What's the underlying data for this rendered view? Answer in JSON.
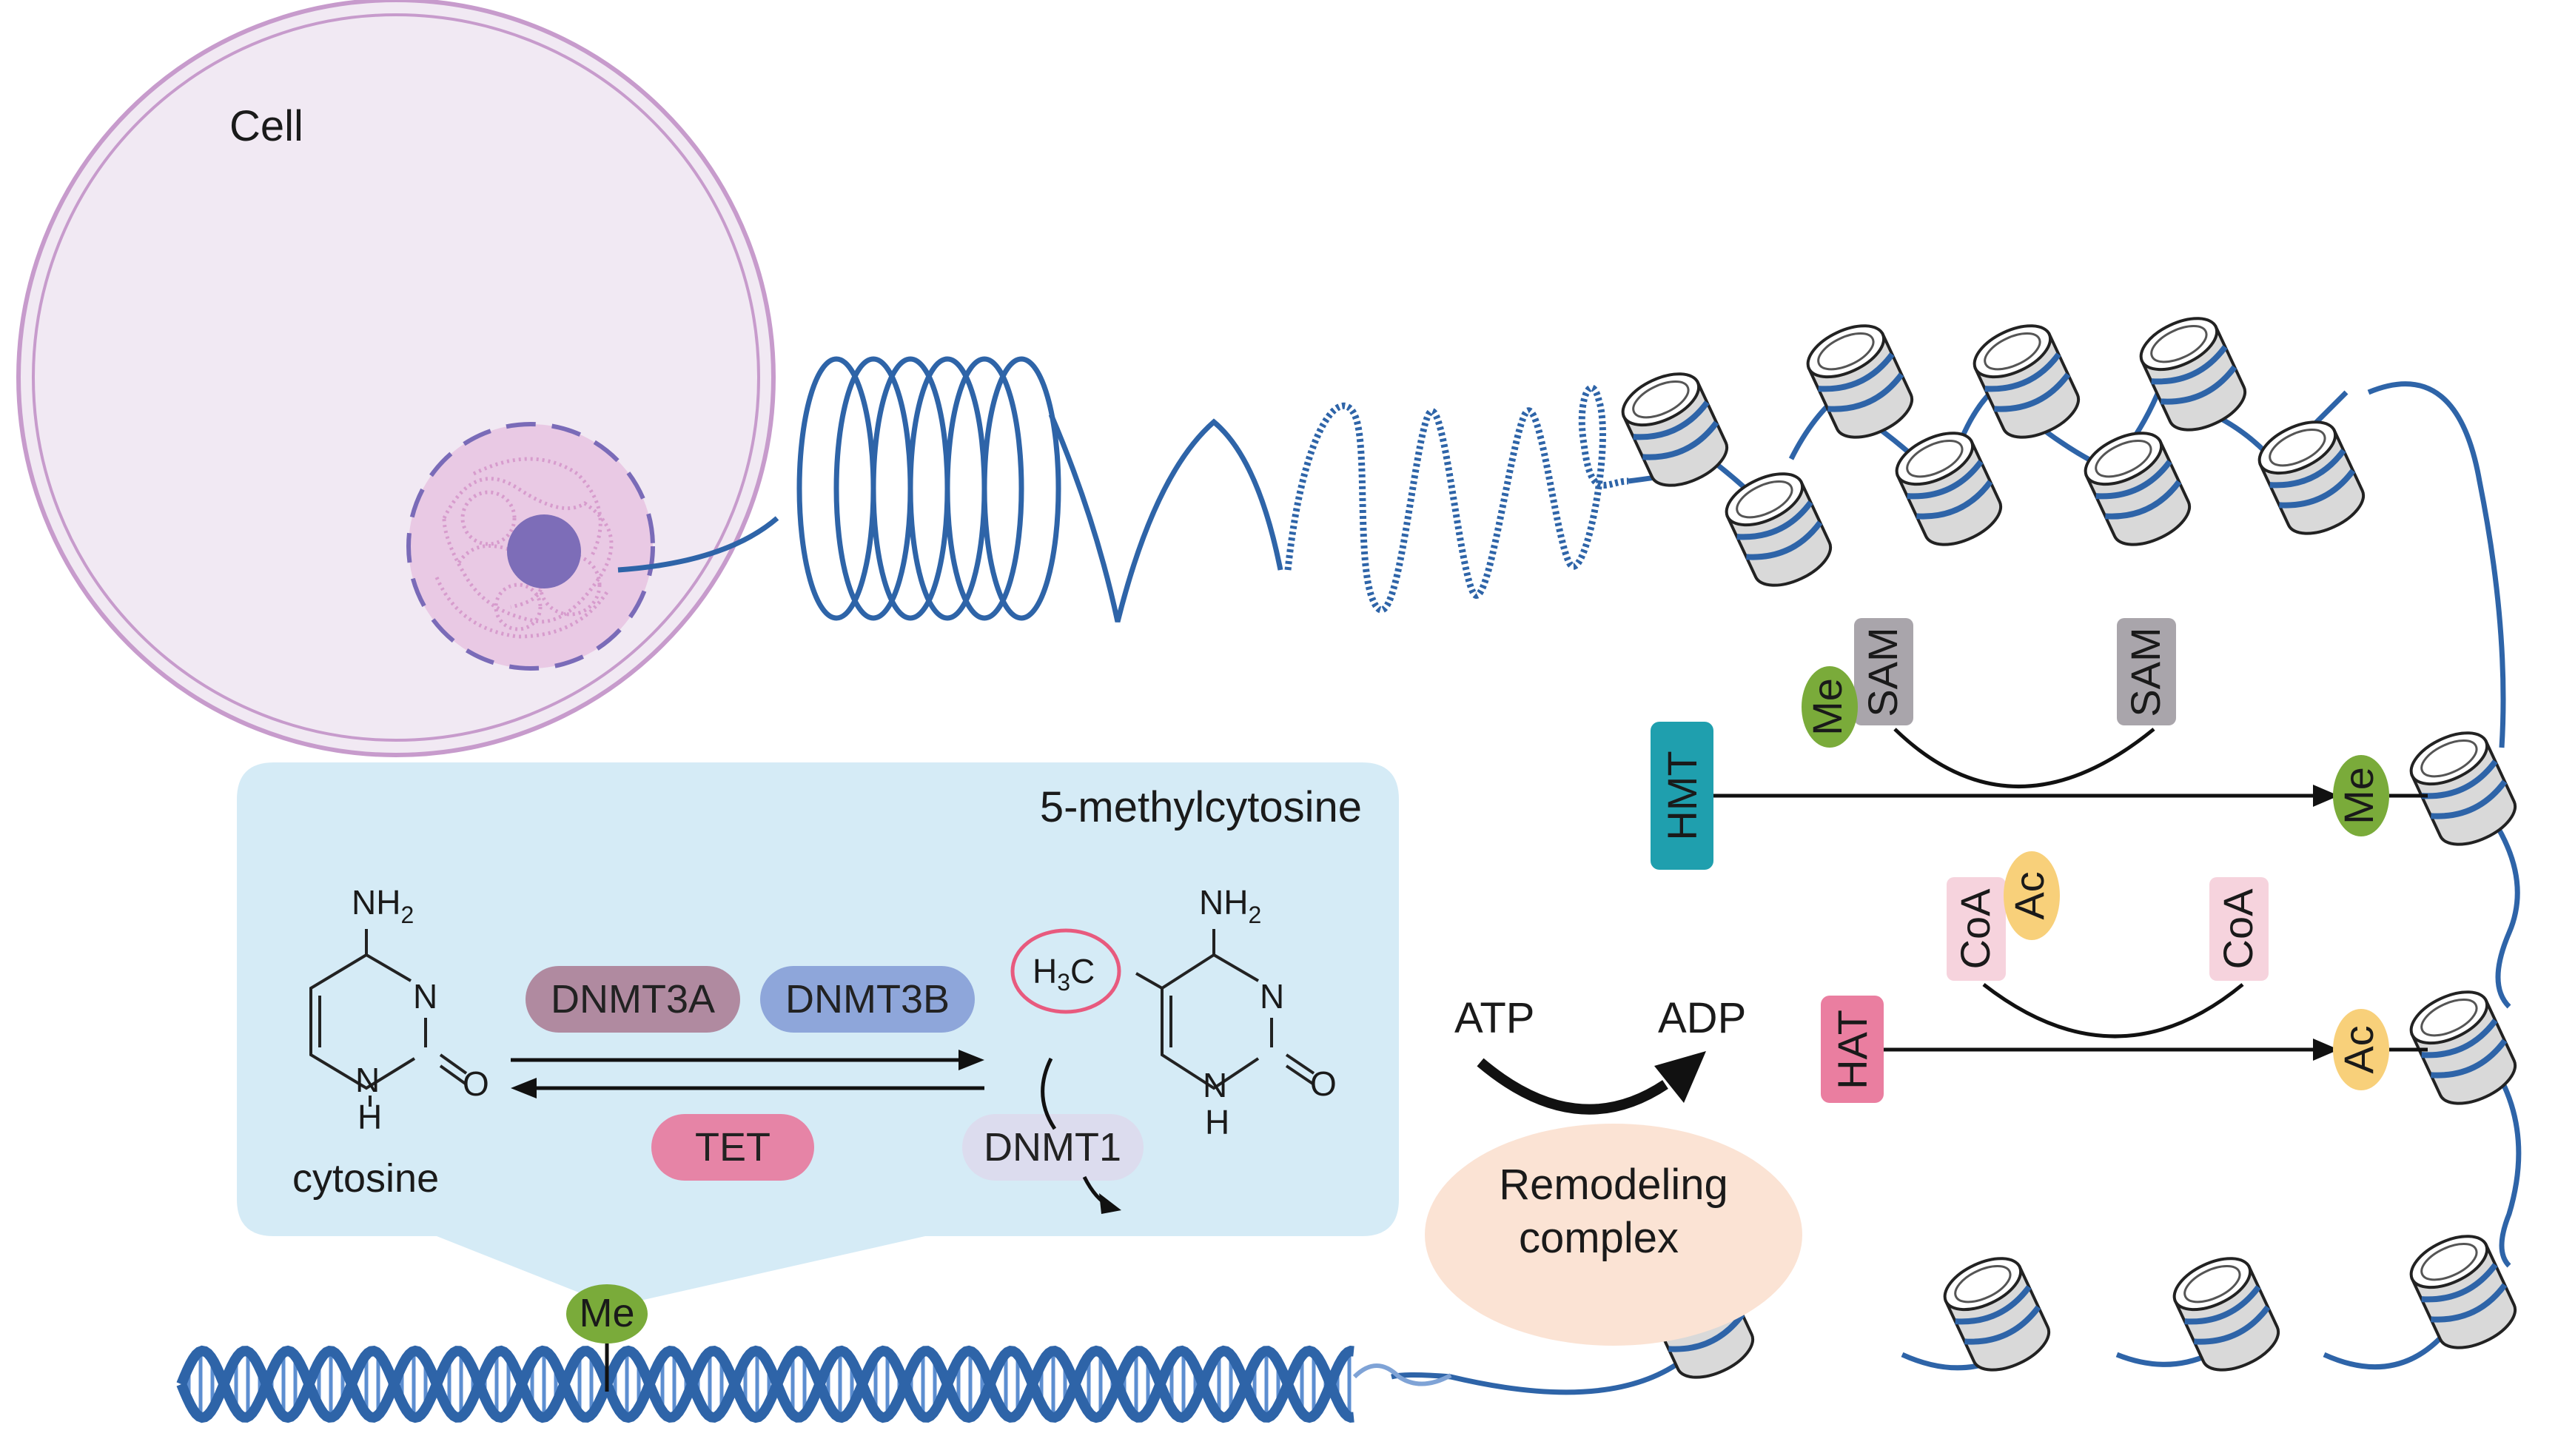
{
  "cell": {
    "label": "Cell"
  },
  "inset": {
    "title": "5-methylcytosine",
    "cytosine_label": "cytosine",
    "enzymes": {
      "dnmt3a": "DNMT3A",
      "dnmt3b": "DNMT3B",
      "tet": "TET",
      "dnmt1": "DNMT1"
    },
    "chem": {
      "nh2": "NH",
      "nh2_sub": "2",
      "n": "N",
      "nh": "N",
      "h": "H",
      "o": "O",
      "h3c_h": "H",
      "h3c_sub": "3",
      "h3c_c": "C"
    }
  },
  "marks": {
    "me": "Me",
    "ac": "Ac",
    "sam": "SAM",
    "coa": "CoA"
  },
  "enzymes_right": {
    "hmt": "HMT",
    "hat": "HAT"
  },
  "remodeling": {
    "atp": "ATP",
    "adp": "ADP",
    "line1": "Remodeling",
    "line2": "complex"
  },
  "colors": {
    "chromatin_blue": "#2e64a8",
    "cell_fill": "#f1e9f3",
    "cell_stroke": "#c79bcc",
    "nucleus_fill": "#e9c9e4",
    "nucleolus": "#7d6db8",
    "inset_bg": "#d5ebf6",
    "dnmt3a": "#b08aa0",
    "dnmt3b": "#8ea6da",
    "tet": "#e684a6",
    "dnmt1": "#dcdcee",
    "me_green": "#7aab3a",
    "sam_gray": "#a9a5ab",
    "hmt_teal": "#1f9fae",
    "hat_pink": "#ea7ea0",
    "coa_pink": "#f6d3dd",
    "ac_yellow": "#f8d07a",
    "remodel_peach": "#fbe3d4",
    "highlight_circle": "#e85a7e"
  }
}
